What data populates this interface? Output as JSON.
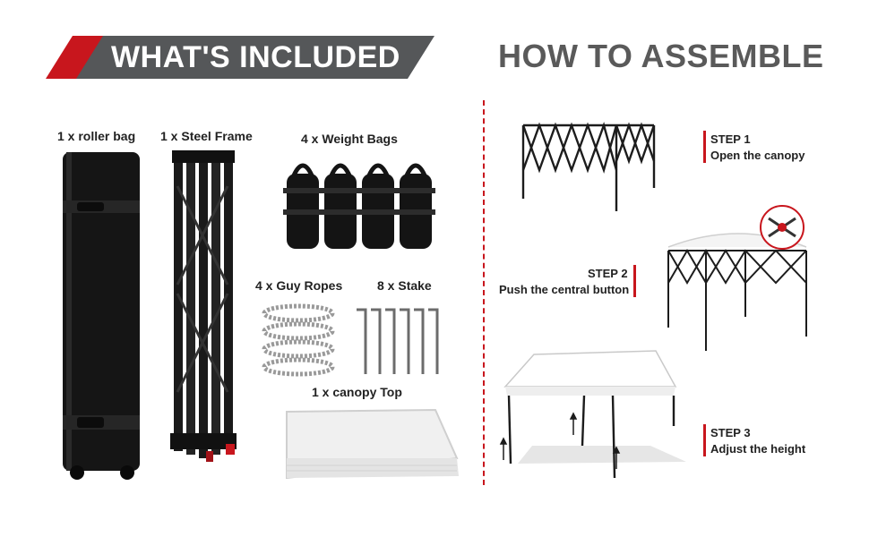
{
  "left_section": {
    "title": "WHAT'S INCLUDED",
    "items": [
      {
        "label": "1 x roller bag"
      },
      {
        "label": "1 x Steel Frame"
      },
      {
        "label": "4 x  Weight Bags"
      },
      {
        "label": "4 x Guy Ropes"
      },
      {
        "label": "8  x Stake"
      },
      {
        "label": "1 x canopy Top"
      }
    ]
  },
  "right_section": {
    "title": "HOW TO ASSEMBLE",
    "steps": [
      {
        "title": "STEP 1",
        "desc": "Open the canopy"
      },
      {
        "title": "STEP 2",
        "desc": "Push the central button"
      },
      {
        "title": "STEP 3",
        "desc": "Adjust the height"
      }
    ]
  },
  "colors": {
    "accent_red": "#c8161d",
    "banner_gray": "#555759",
    "title_gray": "#5a5a5a"
  }
}
